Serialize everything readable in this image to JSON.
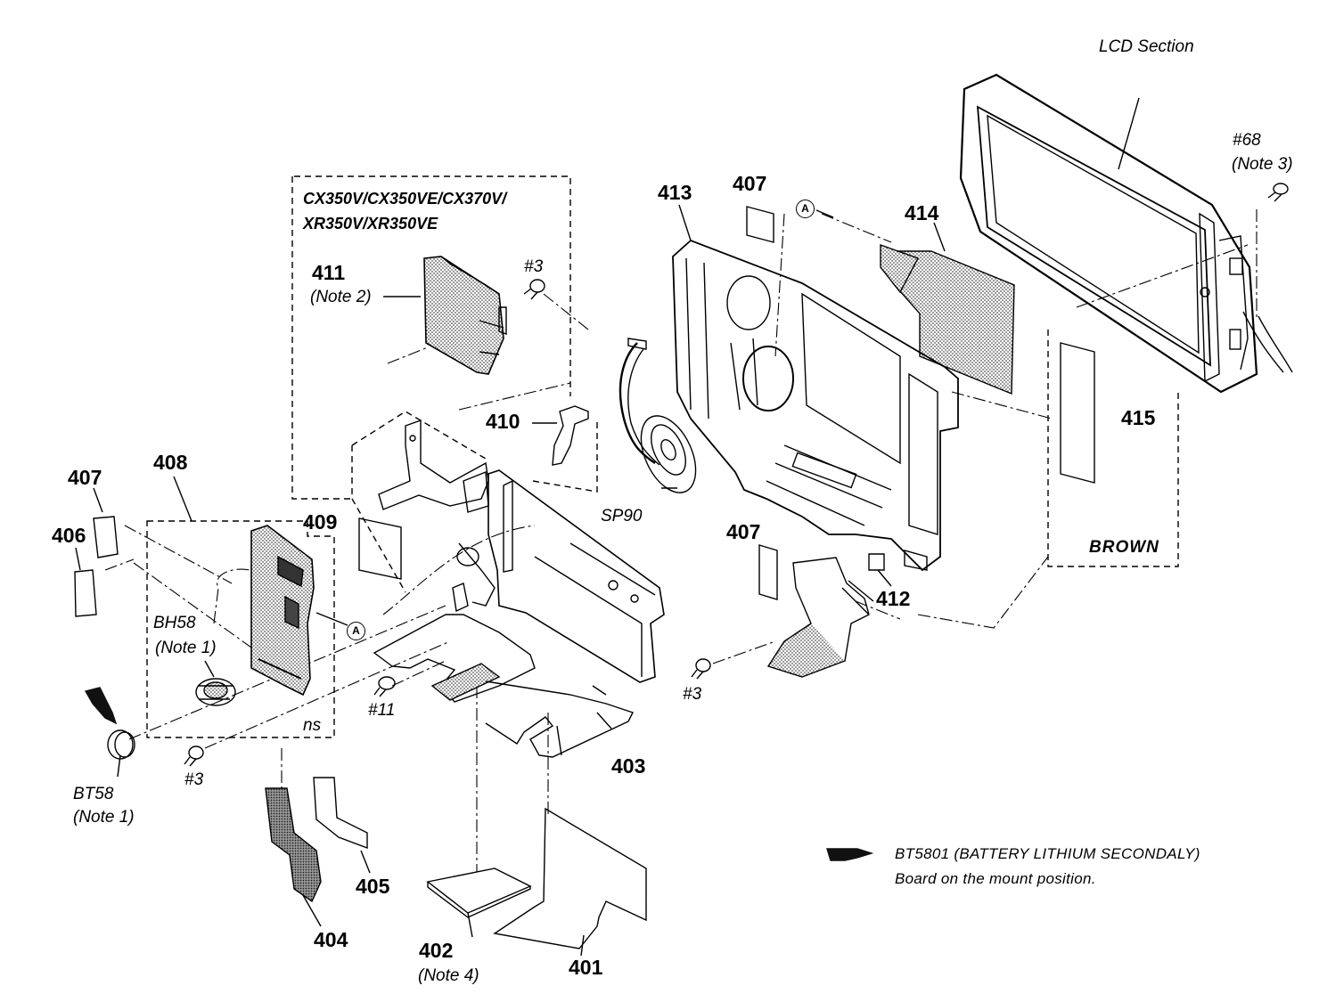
{
  "section_title": "LCD Section",
  "model_group": {
    "line1": "CX350V/CX350VE/CX370V/",
    "line2": "XR350V/XR350VE"
  },
  "ref_mark": "A",
  "callouts": {
    "p401": "401",
    "p402": "402",
    "p402_note": "(Note 4)",
    "p403": "403",
    "p404": "404",
    "p405": "405",
    "p406": "406",
    "p407_left": "407",
    "p407_top": "407",
    "p407_mid": "407",
    "p408": "408",
    "p409": "409",
    "p410": "410",
    "p411": "411",
    "p411_note": "(Note 2)",
    "p412": "412",
    "p413": "413",
    "p414": "414",
    "p415": "415",
    "brown": "BROWN",
    "sp": "SP90",
    "bh": "BH58",
    "bh_note": "(Note 1)",
    "bt": "BT58",
    "bt_note": "(Note 1)",
    "ns": "ns",
    "s3_a": "#3",
    "s3_b": "#3",
    "s3_c": "#3",
    "s11": "#11",
    "s68": "#68",
    "s68_note": "(Note 3)"
  },
  "legend": {
    "line1": "BT5801 (BATTERY LITHIUM SECONDALY)",
    "line2": "Board on the mount position."
  }
}
